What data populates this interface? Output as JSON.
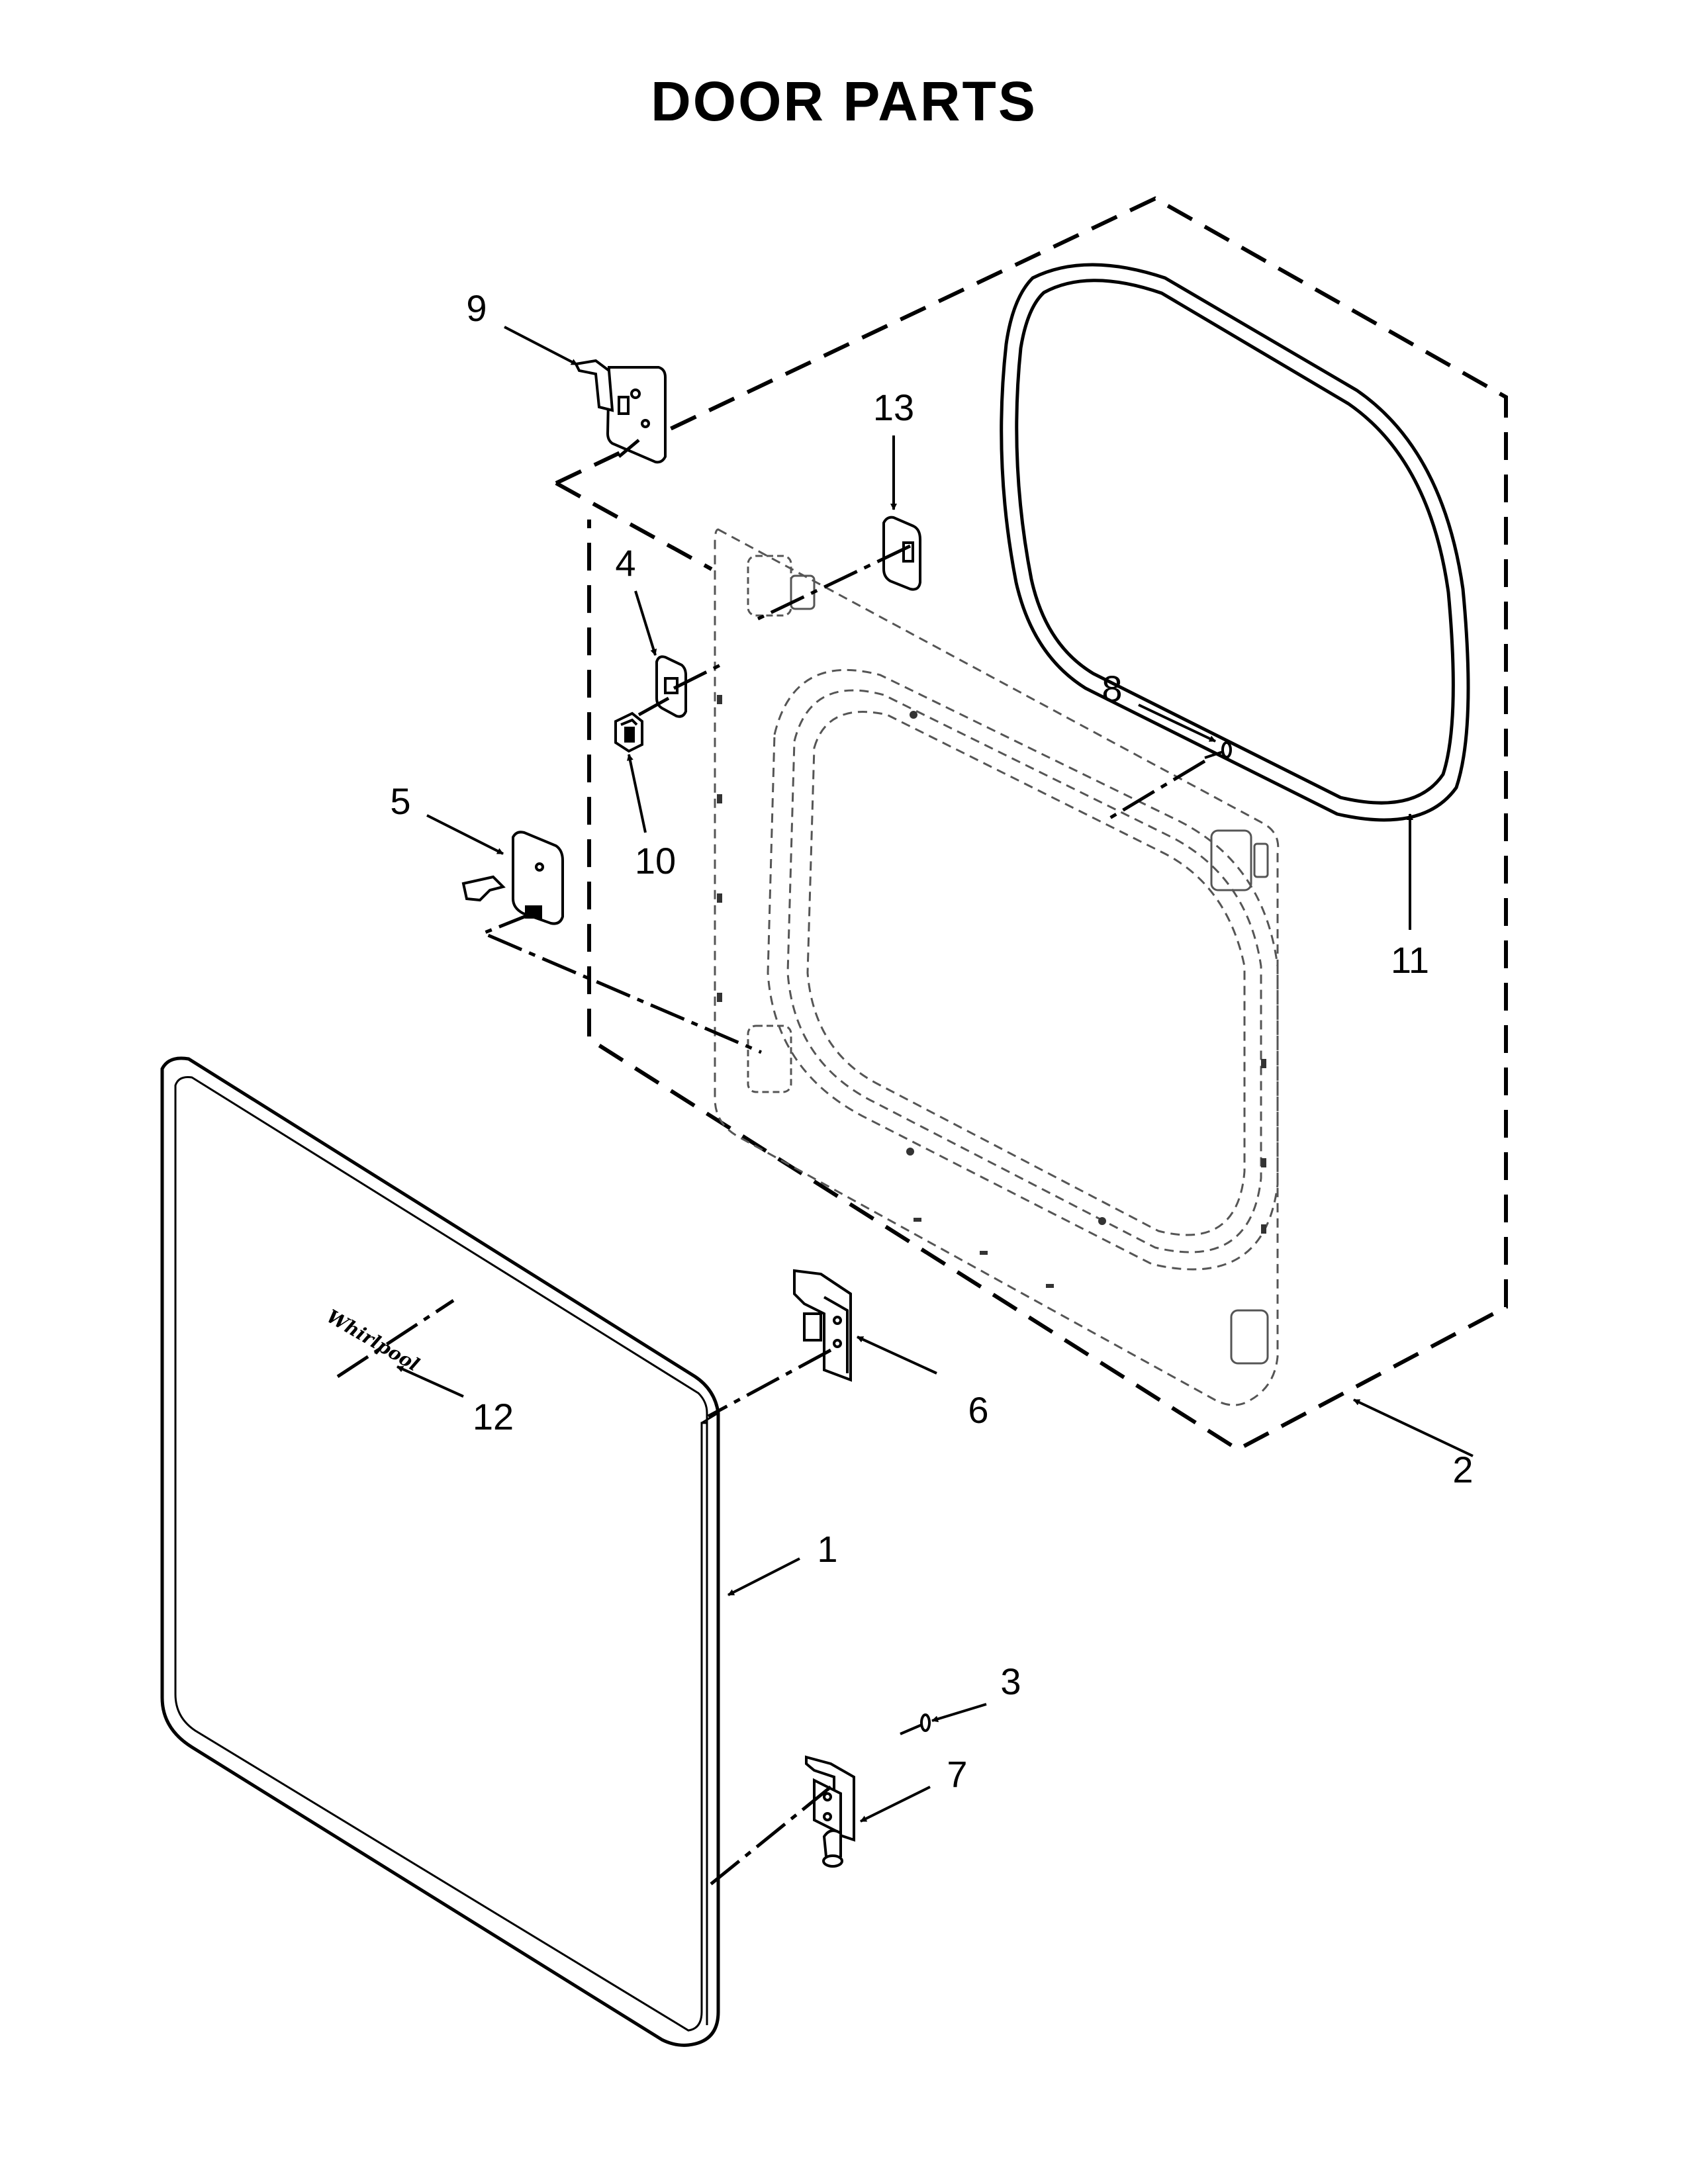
{
  "title": "DOOR PARTS",
  "callouts": {
    "c1": "1",
    "c2": "2",
    "c3": "3",
    "c4": "4",
    "c5": "5",
    "c6": "6",
    "c7": "7",
    "c8": "8",
    "c9": "9",
    "c10": "10",
    "c11": "11",
    "c12": "12",
    "c13": "13"
  },
  "logo_text": "Whirlpool"
}
